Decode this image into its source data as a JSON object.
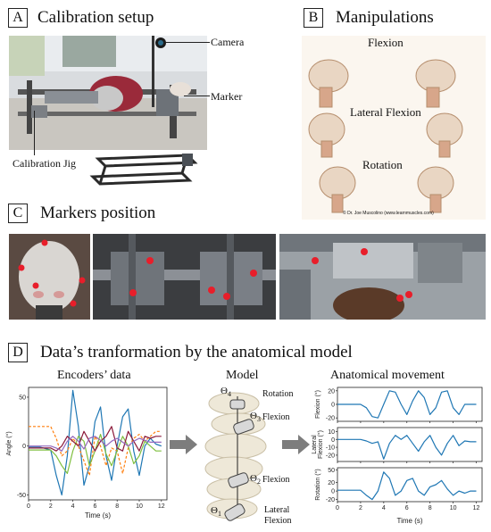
{
  "panelA": {
    "letter": "A",
    "title": "Calibration setup",
    "camera": "Camera",
    "marker": "Marker",
    "jig": "Calibration Jig"
  },
  "panelB": {
    "letter": "B",
    "title": "Manipulations",
    "flexion": "Flexion",
    "lateral": "Lateral Flexion",
    "rotation": "Rotation",
    "credit": "© Dr. Joe Muscolino (www.learnmuscles.com)"
  },
  "panelC": {
    "letter": "C",
    "title": "Markers position"
  },
  "panelD": {
    "letter": "D",
    "title": "Data’s tranformation by the anatomical model",
    "encoders_title": "Encoders’ data",
    "model_title": "Model",
    "movement_title": "Anatomical movement",
    "model_labels": {
      "t4": "Θ",
      "t4sub": "4",
      "rotation": "Rotation",
      "t3": "Θ",
      "t3sub": "3",
      "flexion1": "Flexion",
      "t2": "Θ",
      "t2sub": "2",
      "flexion2": "Flexion",
      "t1": "Θ",
      "t1sub": "1",
      "lateral": "Lateral",
      "lateral2": "Flexion"
    }
  },
  "chart_data": [
    {
      "type": "line",
      "title": "Encoders’ data",
      "xlabel": "Time (s)",
      "ylabel": "Angle (°)",
      "xlim": [
        0,
        12.5
      ],
      "ylim": [
        -55,
        60
      ],
      "xticks": [
        0,
        2,
        4,
        6,
        8,
        10,
        12
      ],
      "yticks": [
        -50,
        0,
        50
      ],
      "series": [
        {
          "color": "#1f77b4",
          "style": "solid",
          "x": [
            0,
            1,
            2,
            2.5,
            3,
            3.5,
            4,
            4.5,
            5,
            5.5,
            6,
            6.5,
            7,
            7.5,
            8,
            8.5,
            9,
            9.5,
            10,
            10.5,
            11,
            11.5,
            12
          ],
          "y": [
            -1,
            -1,
            -4,
            -30,
            -50,
            -10,
            57,
            20,
            -40,
            -20,
            25,
            40,
            -10,
            -35,
            0,
            30,
            38,
            -5,
            -30,
            0,
            8,
            2,
            0
          ]
        },
        {
          "color": "#ff7f0e",
          "style": "dashed",
          "x": [
            0,
            1,
            2,
            2.5,
            3,
            3.5,
            4,
            4.5,
            5,
            5.5,
            6,
            6.5,
            7,
            7.5,
            8,
            8.5,
            9,
            9.5,
            10,
            10.5,
            11,
            11.5,
            12
          ],
          "y": [
            20,
            20,
            20,
            8,
            -10,
            -5,
            8,
            0,
            -15,
            -30,
            10,
            0,
            -20,
            -2,
            -5,
            -28,
            -2,
            8,
            12,
            5,
            10,
            15,
            15
          ]
        },
        {
          "color": "#7fbf3f",
          "style": "solid",
          "x": [
            0,
            1,
            2,
            2.5,
            3,
            3.5,
            4,
            4.5,
            5,
            5.5,
            6,
            6.5,
            7,
            7.5,
            8,
            8.5,
            9,
            9.5,
            10,
            10.5,
            11,
            11.5,
            12
          ],
          "y": [
            -4,
            -4,
            -4,
            -10,
            -20,
            -28,
            -5,
            10,
            5,
            -20,
            -5,
            12,
            -8,
            -20,
            -5,
            10,
            0,
            -18,
            -10,
            5,
            0,
            -5,
            -5
          ]
        },
        {
          "color": "#8b1a3a",
          "style": "solid",
          "x": [
            0,
            1,
            2,
            2.5,
            3,
            3.5,
            4,
            4.5,
            5,
            5.5,
            6,
            6.5,
            7,
            7.5,
            8,
            8.5,
            9,
            9.5,
            10,
            10.5,
            11,
            11.5,
            12
          ],
          "y": [
            -2,
            -2,
            -2,
            -5,
            0,
            10,
            5,
            0,
            15,
            5,
            -5,
            5,
            10,
            20,
            -2,
            -5,
            15,
            5,
            -5,
            10,
            8,
            10,
            10
          ]
        },
        {
          "color": "#9467bd",
          "style": "solid",
          "x": [
            0,
            1,
            2,
            2.5,
            3,
            3.5,
            4,
            4.5,
            5,
            5.5,
            6,
            6.5,
            7,
            7.5,
            8,
            8.5,
            9,
            9.5,
            10,
            10.5,
            11,
            11.5,
            12
          ],
          "y": [
            0,
            0,
            0,
            -2,
            -5,
            5,
            10,
            5,
            -3,
            8,
            10,
            6,
            0,
            5,
            8,
            4,
            0,
            5,
            8,
            6,
            4,
            4,
            4
          ]
        }
      ]
    },
    {
      "type": "line",
      "title": "Anatomical movement",
      "xlabel": "Time (s)",
      "subplots": [
        {
          "ylabel": "Flexion (°)",
          "ylim": [
            -25,
            25
          ],
          "yticks": [
            -20,
            0,
            20
          ],
          "series": [
            {
              "color": "#1f77b4",
              "x": [
                0,
                1,
                2,
                2.5,
                3,
                3.5,
                4,
                4.5,
                5,
                5.5,
                6,
                6.5,
                7,
                7.5,
                8,
                8.5,
                9,
                9.5,
                10,
                10.5,
                11,
                11.5,
                12
              ],
              "y": [
                0,
                0,
                0,
                -5,
                -18,
                -20,
                0,
                20,
                18,
                0,
                -15,
                5,
                20,
                10,
                -15,
                -5,
                18,
                20,
                -5,
                -15,
                0,
                0,
                0
              ]
            }
          ]
        },
        {
          "ylabel": "Lateral Flexion (°)",
          "ylim": [
            -28,
            15
          ],
          "yticks": [
            -20,
            -10,
            0,
            10
          ],
          "series": [
            {
              "color": "#1f77b4",
              "x": [
                0,
                1,
                2,
                2.5,
                3,
                3.5,
                4,
                4.5,
                5,
                5.5,
                6,
                6.5,
                7,
                7.5,
                8,
                8.5,
                9,
                9.5,
                10,
                10.5,
                11,
                11.5,
                12
              ],
              "y": [
                0,
                0,
                0,
                -2,
                -5,
                -3,
                -25,
                -5,
                5,
                0,
                5,
                -5,
                -15,
                -3,
                5,
                -10,
                -20,
                -5,
                5,
                -8,
                -2,
                -3,
                -3
              ]
            }
          ]
        },
        {
          "ylabel": "Rotation (°)",
          "ylim": [
            -25,
            55
          ],
          "yticks": [
            -20,
            0,
            20,
            50
          ],
          "series": [
            {
              "color": "#1f77b4",
              "x": [
                0,
                1,
                2,
                2.5,
                3,
                3.5,
                4,
                4.5,
                5,
                5.5,
                6,
                6.5,
                7,
                7.5,
                8,
                8.5,
                9,
                9.5,
                10,
                10.5,
                11,
                11.5,
                12
              ],
              "y": [
                2,
                2,
                2,
                -10,
                -20,
                0,
                45,
                30,
                -10,
                0,
                25,
                30,
                0,
                -10,
                10,
                15,
                25,
                5,
                -10,
                0,
                -5,
                0,
                0
              ]
            }
          ]
        }
      ],
      "xlim": [
        0,
        12.5
      ],
      "xticks": [
        0,
        2,
        4,
        6,
        8,
        10,
        12
      ]
    }
  ]
}
